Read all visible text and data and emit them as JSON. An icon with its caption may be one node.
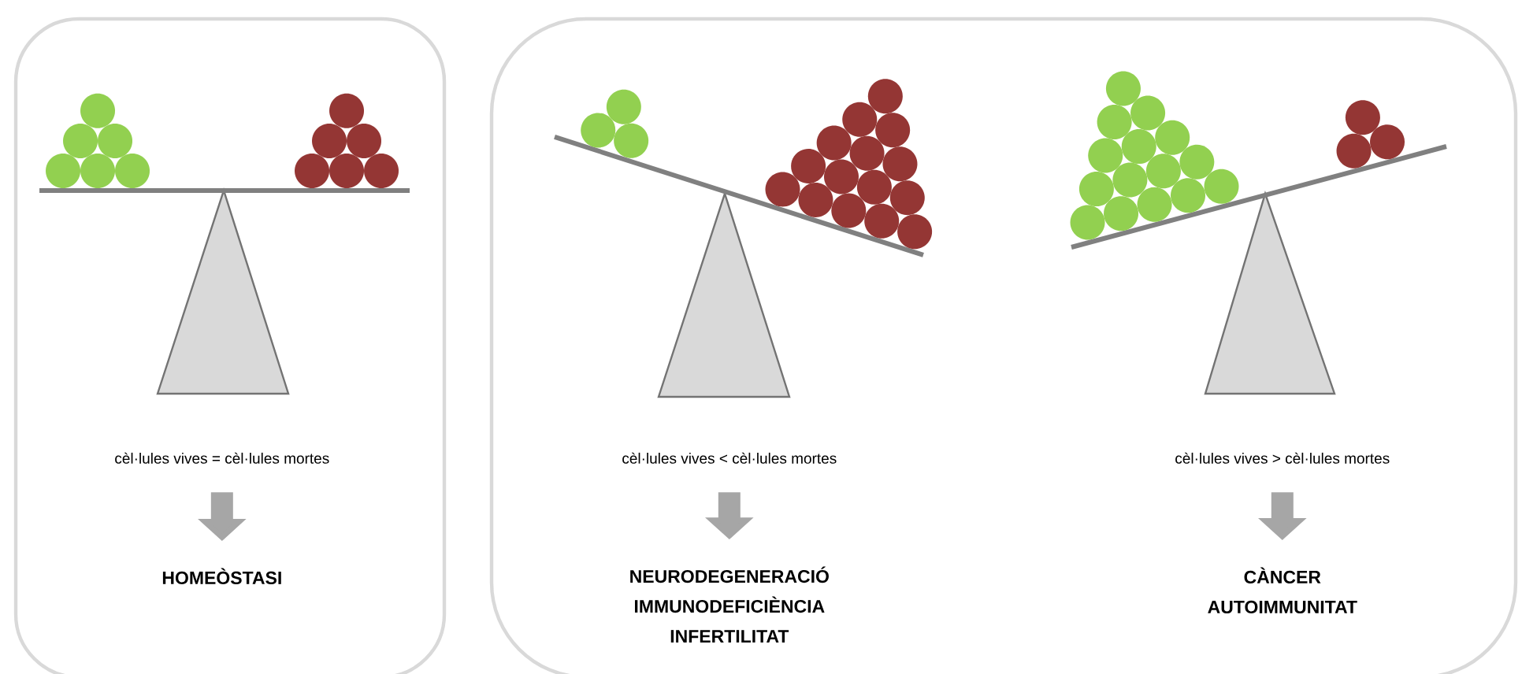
{
  "diagram": {
    "nodes": [
      {
        "text": [],
        "shape": "box"
      },
      {
        "text": [
          "cèl·lules vives = cèl·lules mortes"
        ],
        "in": 0
      },
      {
        "text": [
          "HOMEÒSTASI"
        ],
        "in": 0
      },
      {
        "text": [],
        "shape": "box"
      },
      {
        "text": [
          "cèl·lules vives < cèl·lules mortes"
        ],
        "in": 3
      },
      {
        "text": [
          "NEURODEGENERACIÓ",
          "IMMUNODEFICIÈNCIA",
          "INFERTILITAT"
        ],
        "in": 3
      },
      {
        "text": [
          "cèl·lules vives > cèl·lules mortes"
        ],
        "in": 3
      },
      {
        "text": [
          "CÀNCER",
          "AUTOIMMUNITAT"
        ],
        "in": 3
      }
    ],
    "edges": [
      {
        "from": 1,
        "to": 2,
        "arrow": "to"
      },
      {
        "from": 4,
        "to": 5,
        "arrow": "to"
      },
      {
        "from": 6,
        "to": 7,
        "arrow": "to"
      }
    ]
  }
}
